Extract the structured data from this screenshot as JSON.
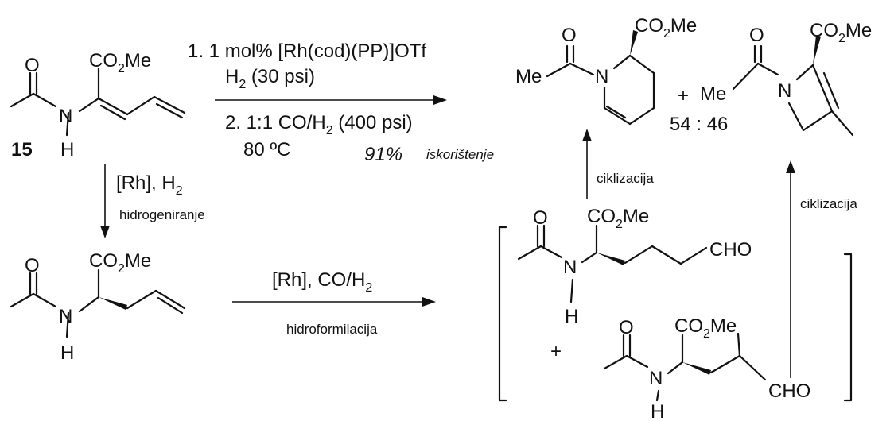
{
  "compound_number": "15",
  "atoms": {
    "ester": "CO",
    "ester_sub": "2",
    "ester_me": "Me",
    "oxygen": "O",
    "nitrogen": "N",
    "hydrogen": "H",
    "methyl": "Me",
    "aldehyde": "CHO"
  },
  "top_conditions": {
    "step1": "1. 1 mol% [Rh(cod)(PP)]OTf",
    "h2_prefix": "H",
    "h2_sub": "2",
    "h2_suffix": " (30 psi)",
    "step2_prefix": "2. 1:1 CO/H",
    "step2_sub": "2",
    "step2_suffix": " (400 psi)",
    "temperature": "80 ºC",
    "yield_value": "91%",
    "yield_word": "iskorištenje"
  },
  "left_arrow": {
    "reagent_prefix": "[Rh], H",
    "reagent_sub": "2",
    "label": "hidrogeniranje"
  },
  "middle_arrow": {
    "reagent_prefix": "[Rh], CO/H",
    "reagent_sub": "2",
    "label": "hidroformilacija"
  },
  "cyclization_label": "ciklizacija",
  "plus": "+",
  "ratio": "54 : 46"
}
